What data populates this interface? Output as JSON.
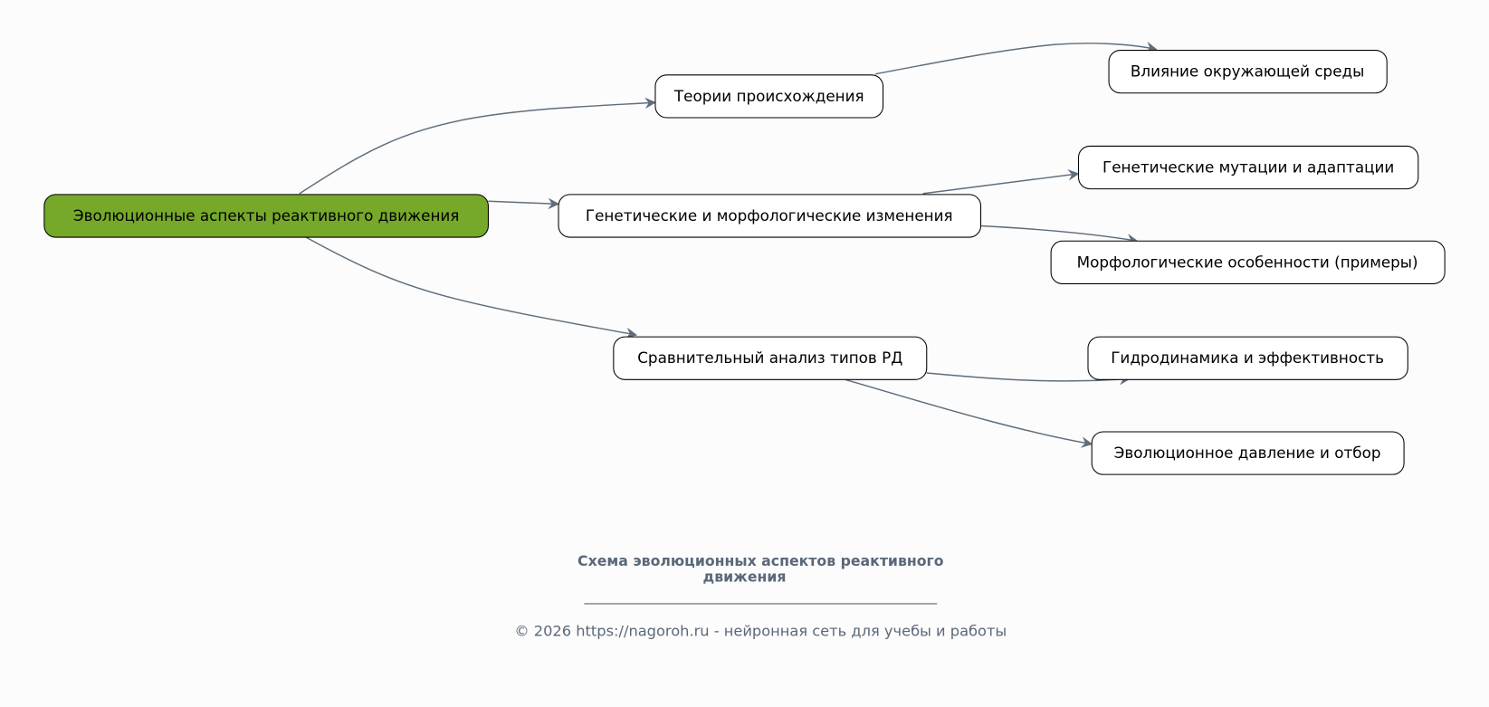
{
  "diagram": {
    "root": "Эволюционные аспекты реактивного движения",
    "branches": [
      {
        "label": "Теории происхождения",
        "children": [
          "Влияние окружающей среды"
        ]
      },
      {
        "label": "Генетические и морфологические изменения",
        "children": [
          "Генетические мутации и адаптации",
          "Морфологические особенности (примеры)"
        ]
      },
      {
        "label": "Сравнительный анализ типов РД",
        "children": [
          "Гидродинамика и эффективность",
          "Эволюционное давление и отбор"
        ]
      }
    ]
  },
  "caption": {
    "title_line1": "Схема эволюционных аспектов реактивного",
    "title_line2": "движения",
    "separator": "________________________________________________",
    "copyright": "© 2026 https://nagoroh.ru - нейронная сеть для учебы и работы"
  },
  "colors": {
    "root_fill": "#76a82a",
    "edge": "#5f6e7c",
    "background": "#fcfcfc"
  }
}
